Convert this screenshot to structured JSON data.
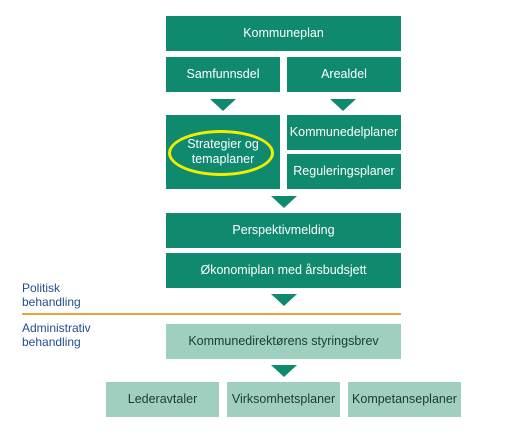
{
  "top": {
    "kommuneplan": "Kommuneplan"
  },
  "row2": {
    "samfunnsdel": "Samfunnsdel",
    "arealdel": "Arealdel"
  },
  "row3": {
    "strategier": "Strategier og temaplaner",
    "kommunedelplaner": "Kommunedelplaner",
    "reguleringsplaner": "Reguleringsplaner"
  },
  "perspektiv": "Perspektivmelding",
  "okonomi": "Økonomiplan med årsbudsjett",
  "labels": {
    "politisk": "Politisk behandling",
    "administrativ": "Administrativ behandling"
  },
  "styringsbrev": "Kommunedirektørens styringsbrev",
  "bottom": {
    "lederavtaler": "Lederavtaler",
    "virksomhetsplaner": "Virksomhetsplaner",
    "kompetanseplaner": "Kompetanseplaner"
  },
  "colors": {
    "dark_green": "#0f8a6f",
    "light_green": "#9fcfbf",
    "divider": "#f0a23a",
    "highlight": "#f2ee00",
    "label_text": "#1f4e8c"
  }
}
